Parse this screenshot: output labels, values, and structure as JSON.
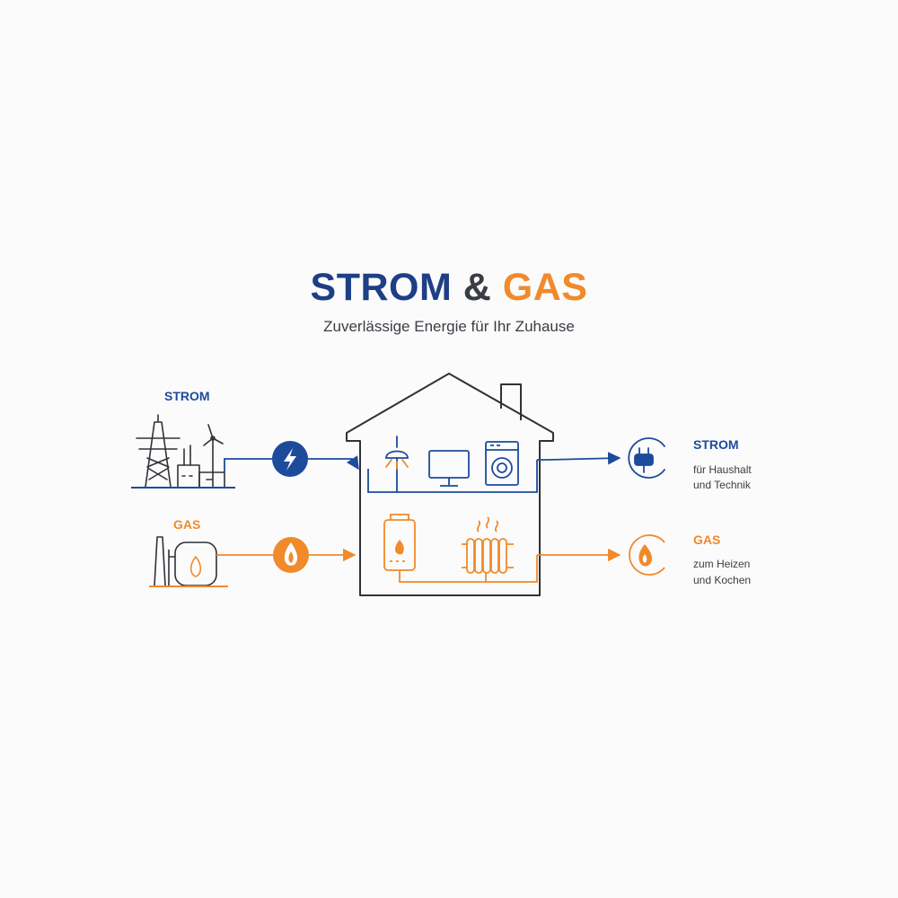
{
  "title": {
    "part1": "STROM",
    "ampersand": "&",
    "part2": "GAS"
  },
  "subtitle": "Zuverlässige Energie für Ihr Zuhause",
  "sources": {
    "strom_label": "STROM",
    "gas_label": "GAS"
  },
  "outputs": {
    "strom": {
      "label": "STROM",
      "line1": "für Haushalt",
      "line2": "und Technik"
    },
    "gas": {
      "label": "GAS",
      "line1": "zum Heizen",
      "line2": "und Kochen"
    }
  },
  "colors": {
    "strom": "#1d4b9c",
    "gas": "#f18a2b",
    "outline": "#2f3238",
    "background": "#fbfbfb"
  },
  "icons": {
    "strom_source": "power-plant-icon",
    "gas_source": "gas-tank-icon",
    "strom_flow": "lightning-icon",
    "gas_flow": "flame-icon",
    "house": "house-icon",
    "lamp": "lamp-icon",
    "tv": "tv-icon",
    "washer": "washing-machine-icon",
    "boiler": "gas-boiler-icon",
    "radiator": "radiator-icon",
    "plug": "plug-icon",
    "gas_output": "flame-icon"
  }
}
